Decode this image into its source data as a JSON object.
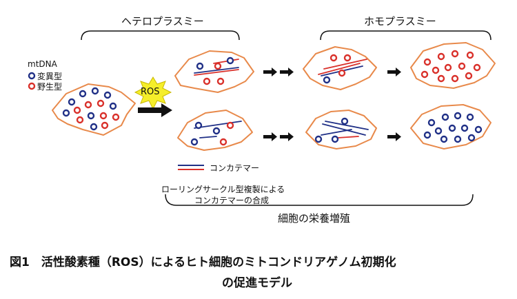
{
  "labels": {
    "heteroplasmy": "ヘテロプラスミー",
    "homoplasmy": "ホモプラスミー",
    "mtdna": "mtDNA",
    "mutant": "変異型",
    "wildtype": "野生型",
    "ros": "ROS",
    "concatemer": "コンカテマー",
    "rolling_line1": "ローリングサークル型複製による",
    "rolling_line2": "コンカテマーの合成",
    "cell_growth": "細胞の栄養増殖"
  },
  "caption": {
    "line1": "図1　活性酸素種（ROS）によるヒト細胞のミトコンドリアゲノム初期化",
    "line2": "の促進モデル"
  },
  "colors": {
    "cell_outline": "#e8894a",
    "mutant": "#1f2f86",
    "wildtype": "#d9302a",
    "ros_star": "#f5ee2a"
  }
}
